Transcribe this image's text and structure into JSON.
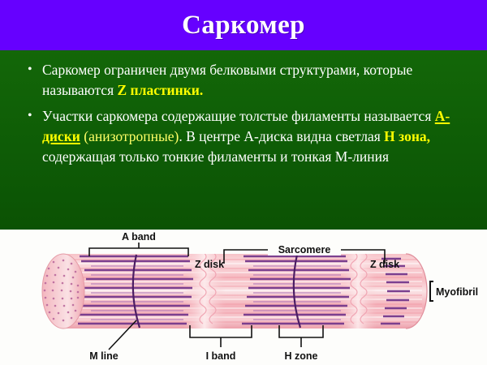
{
  "slide": {
    "title": "Саркомер",
    "colors": {
      "title_bar": "#6600ff",
      "body": "#0d6005",
      "title_text": "#ffffff",
      "body_text": "#ffffff",
      "highlight": "#ffff00",
      "figure_bg": "#fdfdfb",
      "filament": "#7b3f8f",
      "myofibril": "#f2a6ae"
    }
  },
  "bullets": [
    {
      "id": "bullet-1",
      "parts": [
        {
          "text": "Саркомер ограничен двумя белковыми структурами, которые называются ",
          "style": "plain"
        },
        {
          "text": "Z пластинки.",
          "style": "bold-yellow"
        }
      ]
    },
    {
      "id": "bullet-2",
      "parts": [
        {
          "text": "Участки саркомера содержащие толстые филаменты называется ",
          "style": "plain"
        },
        {
          "text": "А-диски",
          "style": "bold-yellow-underline"
        },
        {
          "text": " ",
          "style": "plain"
        },
        {
          "text": "(анизотропные)",
          "style": "yellow"
        },
        {
          "text": ". В центре А-диска видна светлая ",
          "style": "plain"
        },
        {
          "text": "Н зона,",
          "style": "bold-yellow"
        },
        {
          "text": " содержащая только тонкие филаменты и тонкая М-линия",
          "style": "plain"
        }
      ]
    }
  ],
  "figure": {
    "name": "sarcomere-myofibril-diagram",
    "labels": {
      "a_band": "A band",
      "sarcomere": "Sarcomere",
      "z_disk_left": "Z disk",
      "z_disk_right": "Z disk",
      "myofibril": "Myofibril",
      "m_line": "M line",
      "i_band": "I band",
      "h_zone": "H zone"
    }
  }
}
